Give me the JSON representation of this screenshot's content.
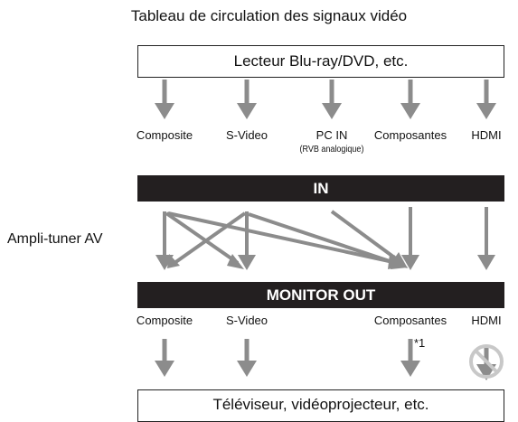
{
  "title": "Tableau de circulation des signaux vidéo",
  "source_device": "Lecteur Blu-ray/DVD, etc.",
  "inputs": [
    {
      "label": "Composite"
    },
    {
      "label": "S-Video"
    },
    {
      "label": "PC IN",
      "sublabel": "(RVB analogique)"
    },
    {
      "label": "Composantes"
    },
    {
      "label": "HDMI"
    }
  ],
  "amp": {
    "label": "Ampli-tuner AV",
    "in_label": "IN",
    "out_label": "MONITOR OUT"
  },
  "outputs": [
    {
      "label": "Composite"
    },
    {
      "label": "S-Video"
    },
    {
      "label": "Composantes"
    },
    {
      "label": "HDMI"
    }
  ],
  "footnote_marker": "*1",
  "sink_device": "Téléviseur, vidéoprojecteur, etc.",
  "colors": {
    "arrow": "#8c8c8c",
    "bar": "#231f20",
    "prohibited": "#c8c8c8"
  },
  "icons": [
    "down-arrow-icon",
    "prohibited-icon"
  ]
}
